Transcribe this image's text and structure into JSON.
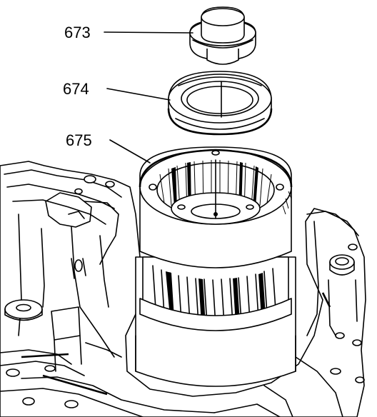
{
  "callouts": [
    {
      "id": "673",
      "label": "673"
    },
    {
      "id": "674",
      "label": "674"
    },
    {
      "id": "675",
      "label": "675"
    }
  ],
  "colors": {
    "ink": "#000000",
    "paper": "#ffffff"
  }
}
